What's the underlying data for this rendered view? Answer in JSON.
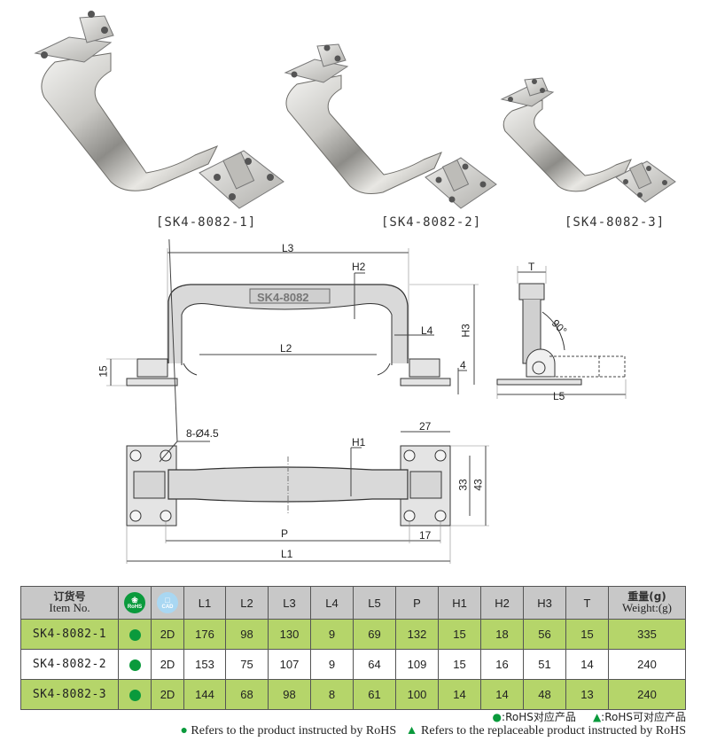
{
  "products": [
    {
      "caption": "[SK4-8082-1]"
    },
    {
      "caption": "[SK4-8082-2]"
    },
    {
      "caption": "[SK4-8082-3]"
    }
  ],
  "front_view": {
    "engraving": "SK4-8082",
    "labels": {
      "L3": "L3",
      "H2": "H2",
      "L4": "L4",
      "H3": "H3",
      "L2": "L2",
      "h15": "15",
      "h4": "4"
    }
  },
  "side_view": {
    "labels": {
      "T": "T",
      "angle": "90°",
      "L5": "L5"
    }
  },
  "top_view": {
    "labels": {
      "holes": "8-Ø4.5",
      "H1": "H1",
      "w27": "27",
      "h33": "33",
      "h43": "43",
      "P": "P",
      "w17": "17",
      "L1": "L1"
    }
  },
  "table": {
    "headers": {
      "item_cn": "订货号",
      "item_en": "Item No.",
      "rohs_badge": "RoHS",
      "cad_badge": "CAD",
      "columns": [
        "L1",
        "L2",
        "L3",
        "L4",
        "L5",
        "P",
        "H1",
        "H2",
        "H3",
        "T"
      ],
      "weight_cn": "重量(g)",
      "weight_en": "Weight:(g)"
    },
    "rows": [
      {
        "item": "SK4-8082-1",
        "rohs": "dot",
        "cad": "2D",
        "L1": "176",
        "L2": "98",
        "L3": "130",
        "L4": "9",
        "L5": "69",
        "P": "132",
        "H1": "15",
        "H2": "18",
        "H3": "56",
        "T": "15",
        "weight": "335"
      },
      {
        "item": "SK4-8082-2",
        "rohs": "dot",
        "cad": "2D",
        "L1": "153",
        "L2": "75",
        "L3": "107",
        "L4": "9",
        "L5": "64",
        "P": "109",
        "H1": "15",
        "H2": "16",
        "H3": "51",
        "T": "14",
        "weight": "240"
      },
      {
        "item": "SK4-8082-3",
        "rohs": "dot",
        "cad": "2D",
        "L1": "144",
        "L2": "68",
        "L3": "98",
        "L4": "8",
        "L5": "61",
        "P": "100",
        "H1": "14",
        "H2": "14",
        "H3": "48",
        "T": "13",
        "weight": "240"
      }
    ]
  },
  "legend": {
    "cn_dot": ":RoHS对应产品",
    "cn_tri": ":RoHS可对应产品",
    "en_dot": "Refers to the product instructed by RoHS",
    "en_tri": "Refers to the replaceable product instructed by RoHS",
    "dot_symbol": "●",
    "tri_symbol": "▲"
  },
  "colors": {
    "row_green": "#b5d56a",
    "header_gray": "#c8c8c8",
    "rohs_green": "#0a9a3c",
    "cad_blue": "#a9d7f2"
  }
}
